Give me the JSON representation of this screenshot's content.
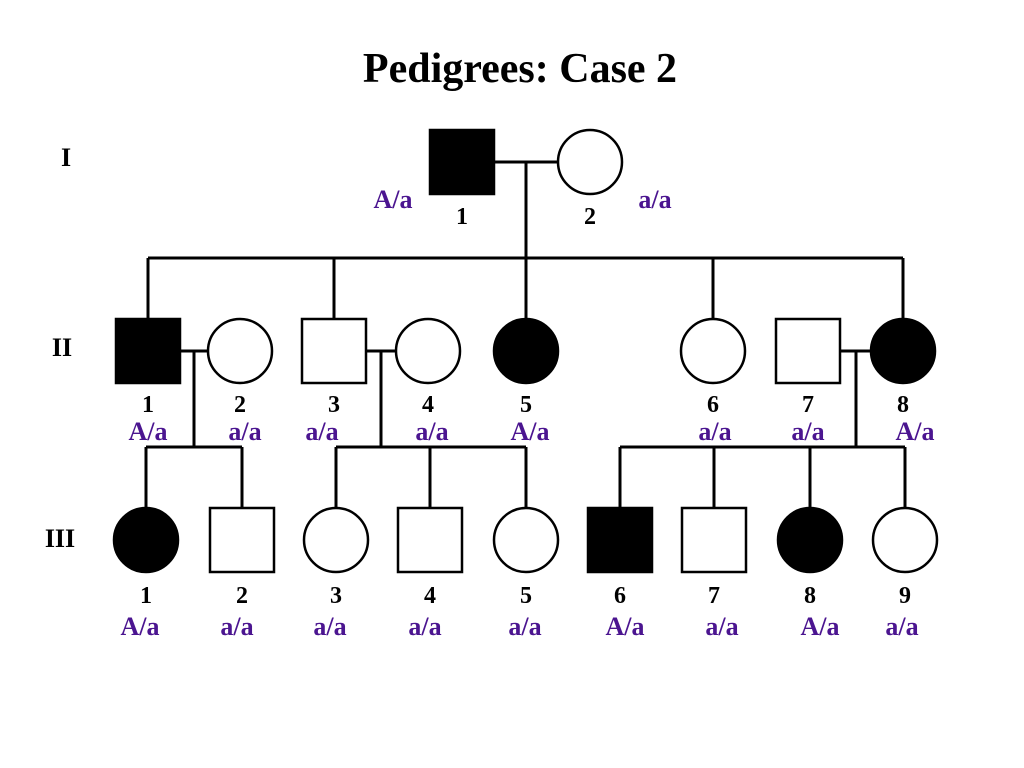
{
  "title": "Pedigrees: Case 2",
  "colors": {
    "affected": "#000000",
    "unaffected": "#ffffff",
    "genotype_text": "#4b1590"
  },
  "generations": [
    {
      "label": "I",
      "individuals": [
        {
          "number": "1",
          "sex": "male",
          "affected": true,
          "genotype": "A/a"
        },
        {
          "number": "2",
          "sex": "female",
          "affected": false,
          "genotype": "a/a"
        }
      ]
    },
    {
      "label": "II",
      "individuals": [
        {
          "number": "1",
          "sex": "male",
          "affected": true,
          "genotype": "A/a"
        },
        {
          "number": "2",
          "sex": "female",
          "affected": false,
          "genotype": "a/a"
        },
        {
          "number": "3",
          "sex": "male",
          "affected": false,
          "genotype": "a/a"
        },
        {
          "number": "4",
          "sex": "female",
          "affected": false,
          "genotype": "a/a"
        },
        {
          "number": "5",
          "sex": "female",
          "affected": true,
          "genotype": "A/a"
        },
        {
          "number": "6",
          "sex": "female",
          "affected": false,
          "genotype": "a/a"
        },
        {
          "number": "7",
          "sex": "male",
          "affected": false,
          "genotype": "a/a"
        },
        {
          "number": "8",
          "sex": "female",
          "affected": true,
          "genotype": "A/a"
        }
      ]
    },
    {
      "label": "III",
      "individuals": [
        {
          "number": "1",
          "sex": "female",
          "affected": true,
          "genotype": "A/a"
        },
        {
          "number": "2",
          "sex": "male",
          "affected": false,
          "genotype": "a/a"
        },
        {
          "number": "3",
          "sex": "female",
          "affected": false,
          "genotype": "a/a"
        },
        {
          "number": "4",
          "sex": "male",
          "affected": false,
          "genotype": "a/a"
        },
        {
          "number": "5",
          "sex": "female",
          "affected": false,
          "genotype": "a/a"
        },
        {
          "number": "6",
          "sex": "male",
          "affected": true,
          "genotype": "A/a"
        },
        {
          "number": "7",
          "sex": "male",
          "affected": false,
          "genotype": "a/a"
        },
        {
          "number": "8",
          "sex": "female",
          "affected": true,
          "genotype": "A/a"
        },
        {
          "number": "9",
          "sex": "female",
          "affected": false,
          "genotype": "a/a"
        }
      ]
    }
  ],
  "matings": [
    {
      "partners": [
        "I-1",
        "I-2"
      ],
      "children": [
        "II-1",
        "II-3",
        "II-5",
        "II-6",
        "II-8"
      ]
    },
    {
      "partners": [
        "II-1",
        "II-2"
      ],
      "children": [
        "III-1",
        "III-2"
      ]
    },
    {
      "partners": [
        "II-3",
        "II-4"
      ],
      "children": [
        "III-3",
        "III-4",
        "III-5"
      ]
    },
    {
      "partners": [
        "II-7",
        "II-8"
      ],
      "children": [
        "III-6",
        "III-7",
        "III-8",
        "III-9"
      ]
    }
  ]
}
